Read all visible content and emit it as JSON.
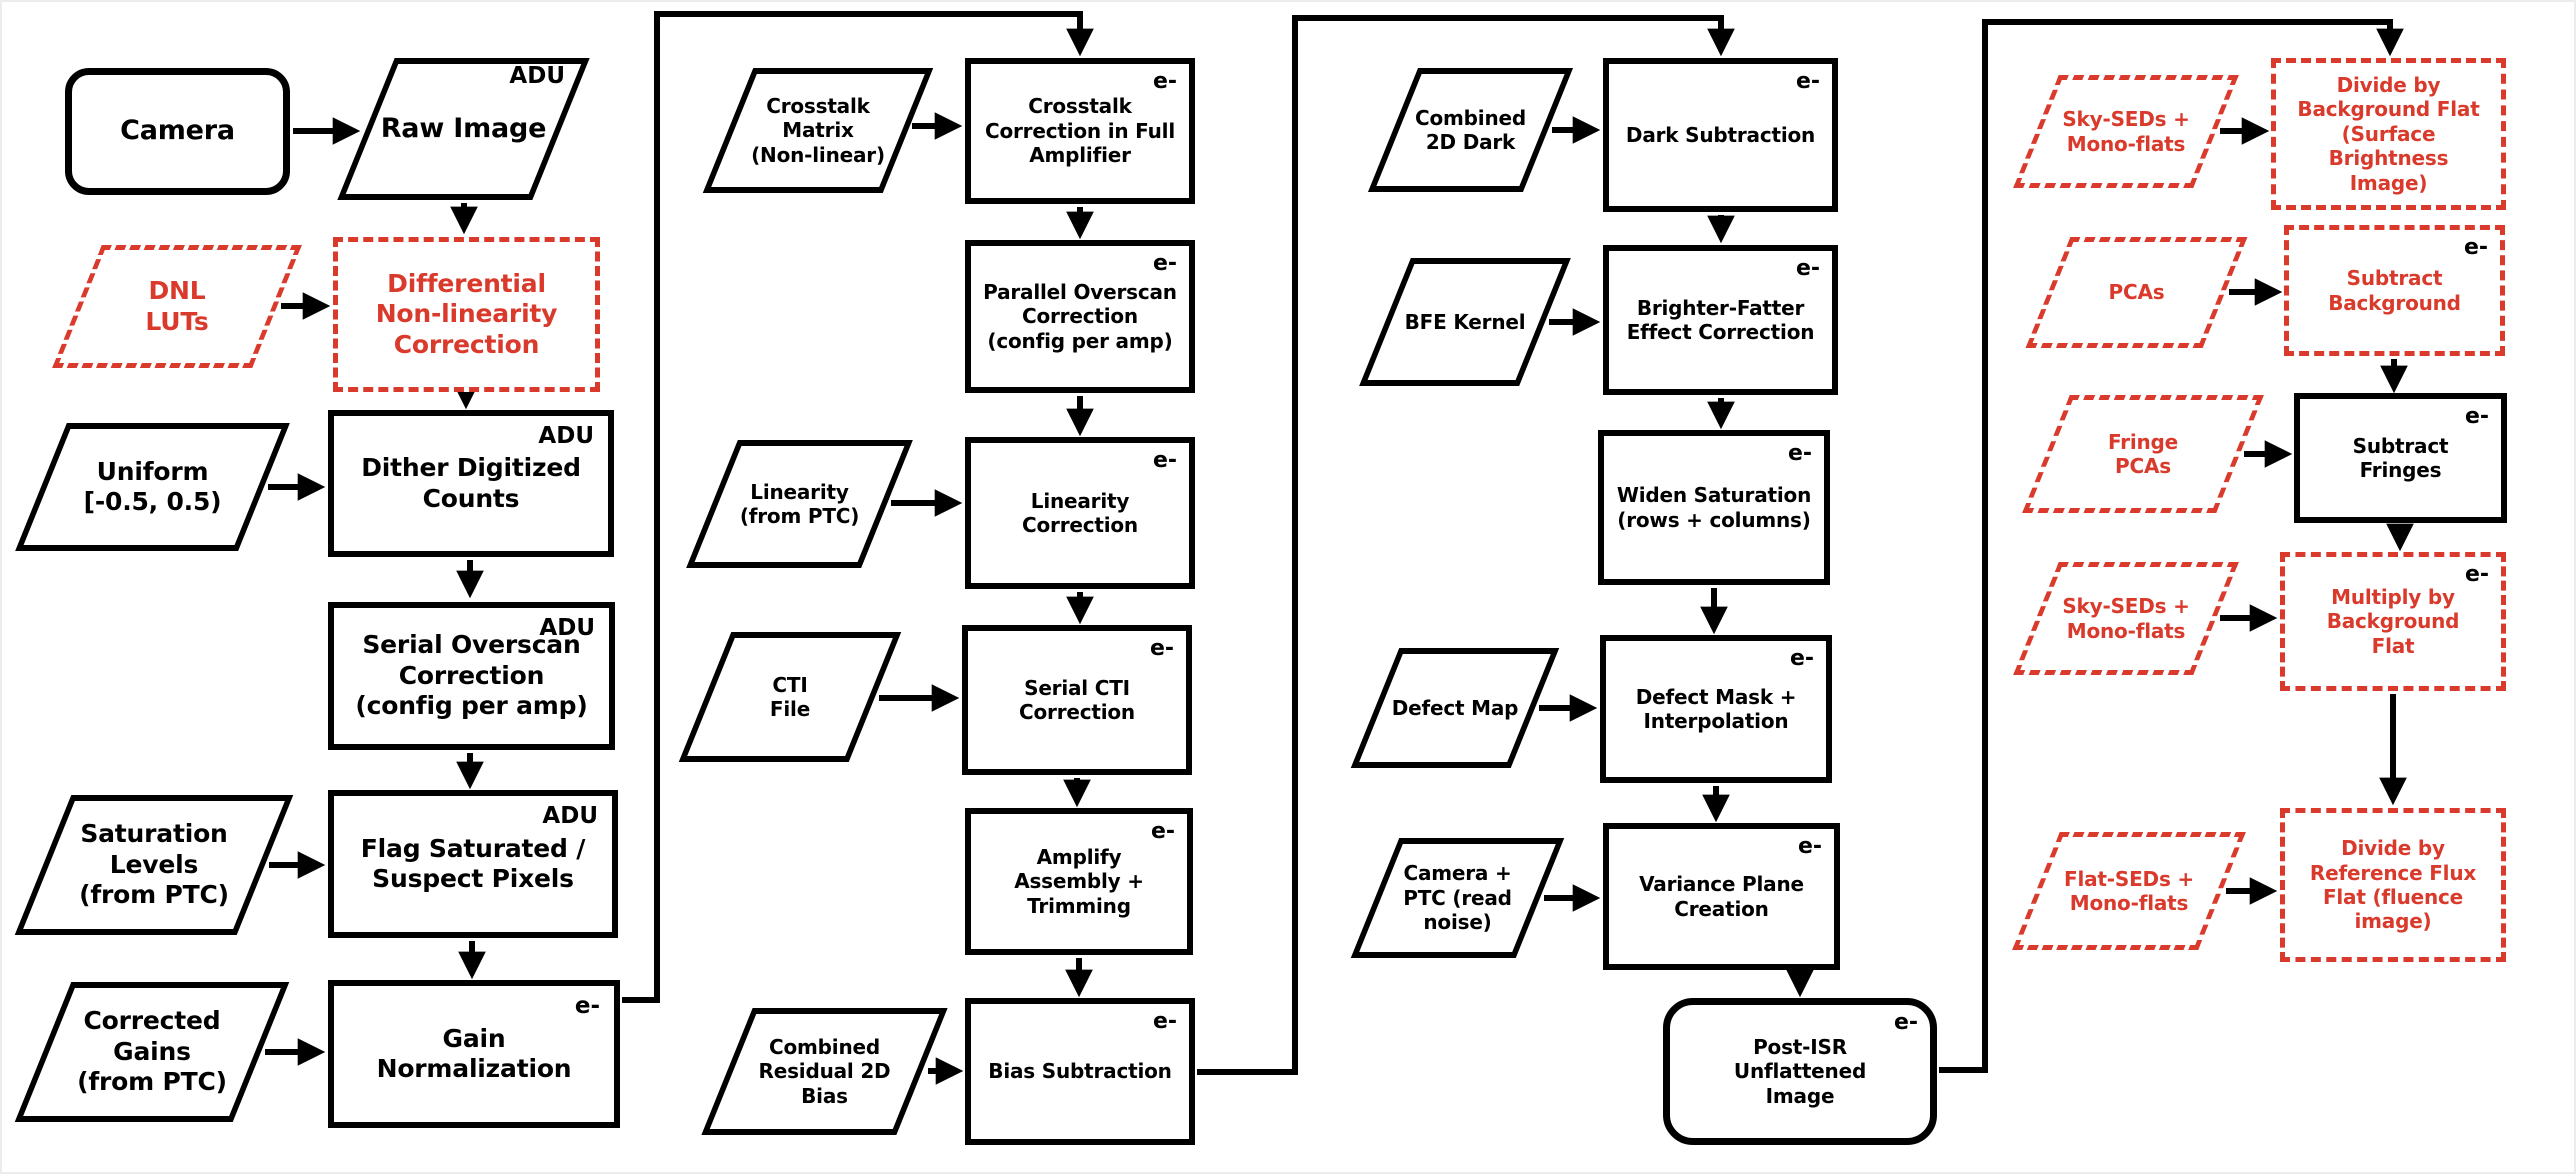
{
  "colors": {
    "red": "#d93a2b",
    "black": "#000000",
    "bg": "#ffffff",
    "frame": "#ececec"
  },
  "badges": {
    "adu": "ADU",
    "electron": "e-"
  },
  "nodes": {
    "camera": {
      "label": "Camera"
    },
    "raw_image": {
      "label": "Raw Image",
      "badge": "ADU"
    },
    "dnl_luts": {
      "label": "DNL\nLUTs"
    },
    "dnl_correction": {
      "label": "Differential\nNon-linearity\nCorrection"
    },
    "uniform": {
      "label": "Uniform\n[-0.5, 0.5)"
    },
    "dither": {
      "label": "Dither Digitized\nCounts",
      "badge": "ADU"
    },
    "serial_overscan": {
      "label": "Serial Overscan\nCorrection\n(config per amp)",
      "badge": "ADU"
    },
    "saturation_levels": {
      "label": "Saturation\nLevels\n(from PTC)"
    },
    "flag_saturated": {
      "label": "Flag Saturated /\nSuspect Pixels",
      "badge": "ADU"
    },
    "corrected_gains": {
      "label": "Corrected\nGains\n(from PTC)"
    },
    "gain_normalization": {
      "label": "Gain\nNormalization",
      "badge": "e-"
    },
    "crosstalk_matrix": {
      "label": "Crosstalk\nMatrix\n(Non-linear)"
    },
    "crosstalk_correction": {
      "label": "Crosstalk\nCorrection in Full\nAmplifier",
      "badge": "e-"
    },
    "parallel_overscan": {
      "label": "Parallel Overscan\nCorrection\n(config per amp)",
      "badge": "e-"
    },
    "linearity": {
      "label": "Linearity\n(from PTC)"
    },
    "linearity_correction": {
      "label": "Linearity\nCorrection",
      "badge": "e-"
    },
    "cti_file": {
      "label": "CTI\nFile"
    },
    "serial_cti": {
      "label": "Serial CTI\nCorrection",
      "badge": "e-"
    },
    "amplify_assembly": {
      "label": "Amplify\nAssembly +\nTrimming",
      "badge": "e-"
    },
    "combined_residual_bias": {
      "label": "Combined\nResidual 2D\nBias"
    },
    "bias_subtraction": {
      "label": "Bias Subtraction",
      "badge": "e-"
    },
    "combined_2d_dark": {
      "label": "Combined\n2D Dark"
    },
    "dark_subtraction": {
      "label": "Dark Subtraction",
      "badge": "e-"
    },
    "bfe_kernel": {
      "label": "BFE Kernel"
    },
    "brighter_fatter": {
      "label": "Brighter-Fatter\nEffect Correction",
      "badge": "e-"
    },
    "widen_saturation": {
      "label": "Widen Saturation\n(rows + columns)",
      "badge": "e-"
    },
    "defect_map": {
      "label": "Defect Map"
    },
    "defect_mask": {
      "label": "Defect Mask +\nInterpolation",
      "badge": "e-"
    },
    "camera_ptc": {
      "label": "Camera +\nPTC (read\nnoise)"
    },
    "variance_plane": {
      "label": "Variance Plane\nCreation",
      "badge": "e-"
    },
    "post_isr": {
      "label": "Post-ISR\nUnflattened\nImage",
      "badge": "e-"
    },
    "sky_seds_1": {
      "label": "Sky-SEDs +\nMono-flats"
    },
    "divide_background_flat": {
      "label": "Divide by\nBackground Flat\n(Surface\nBrightness\nImage)"
    },
    "pcas": {
      "label": "PCAs"
    },
    "subtract_background": {
      "label": "Subtract\nBackground",
      "badge": "e-"
    },
    "fringe_pcas": {
      "label": "Fringe\nPCAs"
    },
    "subtract_fringes": {
      "label": "Subtract\nFringes",
      "badge": "e-"
    },
    "sky_seds_2": {
      "label": "Sky-SEDs +\nMono-flats"
    },
    "multiply_background_flat": {
      "label": "Multiply by\nBackground\nFlat",
      "badge": "e-"
    },
    "flat_seds": {
      "label": "Flat-SEDs +\nMono-flats"
    },
    "divide_reference_flux": {
      "label": "Divide by\nReference Flux\nFlat (fluence\nimage)"
    }
  },
  "edges": [
    {
      "from": "camera",
      "to": "raw_image"
    },
    {
      "from": "raw_image",
      "to": "dnl_correction"
    },
    {
      "from": "dnl_luts",
      "to": "dnl_correction"
    },
    {
      "from": "dnl_correction",
      "to": "dither"
    },
    {
      "from": "uniform",
      "to": "dither"
    },
    {
      "from": "dither",
      "to": "serial_overscan"
    },
    {
      "from": "serial_overscan",
      "to": "flag_saturated"
    },
    {
      "from": "saturation_levels",
      "to": "flag_saturated"
    },
    {
      "from": "flag_saturated",
      "to": "gain_normalization"
    },
    {
      "from": "corrected_gains",
      "to": "gain_normalization"
    },
    {
      "from": "gain_normalization",
      "to": "crosstalk_correction"
    },
    {
      "from": "crosstalk_matrix",
      "to": "crosstalk_correction"
    },
    {
      "from": "crosstalk_correction",
      "to": "parallel_overscan"
    },
    {
      "from": "parallel_overscan",
      "to": "linearity_correction"
    },
    {
      "from": "linearity",
      "to": "linearity_correction"
    },
    {
      "from": "linearity_correction",
      "to": "serial_cti"
    },
    {
      "from": "cti_file",
      "to": "serial_cti"
    },
    {
      "from": "serial_cti",
      "to": "amplify_assembly"
    },
    {
      "from": "amplify_assembly",
      "to": "bias_subtraction"
    },
    {
      "from": "combined_residual_bias",
      "to": "bias_subtraction"
    },
    {
      "from": "bias_subtraction",
      "to": "dark_subtraction"
    },
    {
      "from": "combined_2d_dark",
      "to": "dark_subtraction"
    },
    {
      "from": "dark_subtraction",
      "to": "brighter_fatter"
    },
    {
      "from": "bfe_kernel",
      "to": "brighter_fatter"
    },
    {
      "from": "brighter_fatter",
      "to": "widen_saturation"
    },
    {
      "from": "widen_saturation",
      "to": "defect_mask"
    },
    {
      "from": "defect_map",
      "to": "defect_mask"
    },
    {
      "from": "defect_mask",
      "to": "variance_plane"
    },
    {
      "from": "camera_ptc",
      "to": "variance_plane"
    },
    {
      "from": "variance_plane",
      "to": "post_isr"
    },
    {
      "from": "post_isr",
      "to": "divide_background_flat"
    },
    {
      "from": "sky_seds_1",
      "to": "divide_background_flat"
    },
    {
      "from": "pcas",
      "to": "subtract_background"
    },
    {
      "from": "subtract_background",
      "to": "subtract_fringes"
    },
    {
      "from": "fringe_pcas",
      "to": "subtract_fringes"
    },
    {
      "from": "subtract_fringes",
      "to": "multiply_background_flat"
    },
    {
      "from": "sky_seds_2",
      "to": "multiply_background_flat"
    },
    {
      "from": "multiply_background_flat",
      "to": "divide_reference_flux"
    },
    {
      "from": "flat_seds",
      "to": "divide_reference_flux"
    }
  ]
}
